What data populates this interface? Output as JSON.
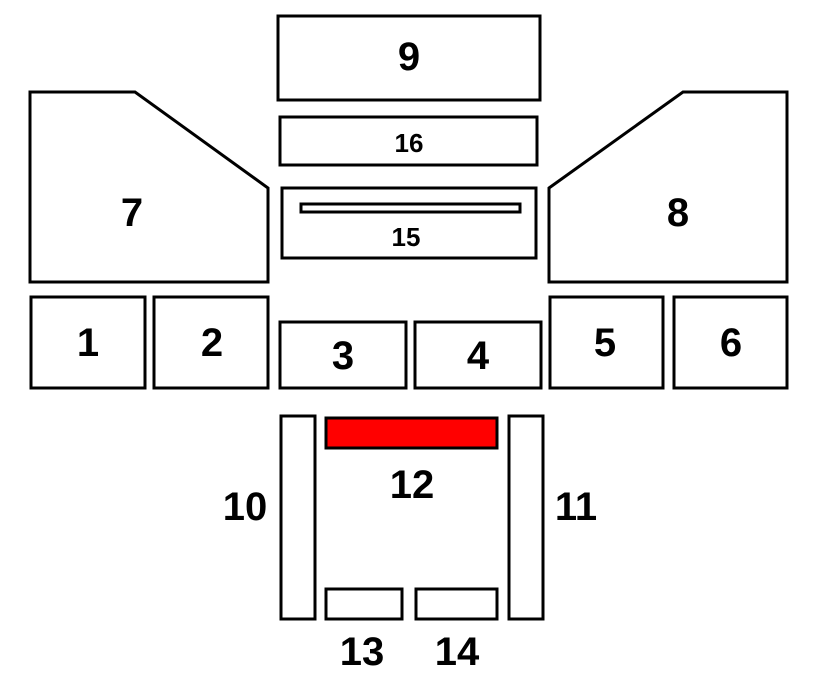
{
  "colors": {
    "highlight": "#ff0000",
    "stroke": "#000000",
    "background": "#ffffff"
  },
  "highlighted_zone": "12",
  "zones": {
    "z1": "1",
    "z2": "2",
    "z3": "3",
    "z4": "4",
    "z5": "5",
    "z6": "6",
    "z7": "7",
    "z8": "8",
    "z9": "9",
    "z10": "10",
    "z11": "11",
    "z12": "12",
    "z13": "13",
    "z14": "14",
    "z15": "15",
    "z16": "16"
  }
}
